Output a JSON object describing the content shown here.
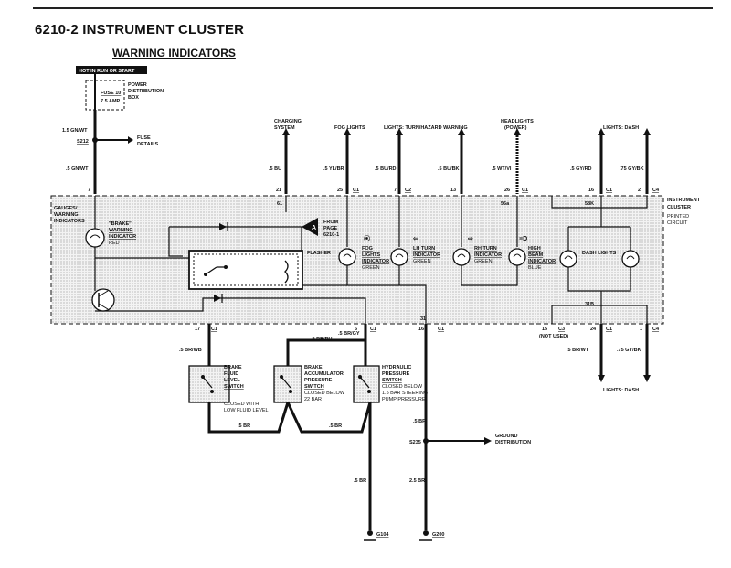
{
  "header": {
    "title": "6210-2   INSTRUMENT CLUSTER",
    "subtitle": "WARNING INDICATORS"
  },
  "power": {
    "hot_label": "HOT IN RUN OR START",
    "fuse_name": "FUSE 10",
    "fuse_rating": "7.5 AMP",
    "pdb_label": [
      "POWER",
      "DISTRIBUTION",
      "BOX"
    ]
  },
  "wires": {
    "w_15gnwt": "1.5 GN/WT",
    "s212": "S212",
    "fuse_details": [
      "FUSE",
      "DETAILS"
    ],
    "w_5gnwt": ".5 GN/WT",
    "w_5bu": ".5 BU",
    "w_5ylbr": ".5 YL/BR",
    "w_5burd": ".5 BU/RD",
    "w_5bubk": ".5 BU/BK",
    "w_5wtvi": ".5 WT/VI",
    "w_5gyrd": ".5 GY/RD",
    "w_75gybk": ".75 GY/BK",
    "w_5brwt": ".5 BR/WT",
    "w_75gybk2": ".75 GY/BK",
    "w_5brwb": ".5 BR/WB",
    "w_5brbu": ".5 BR/BU",
    "w_5brgy": ".5 BR/GY",
    "w_5br1": ".5 BR",
    "w_5br2": ".5 BR",
    "w_5br3": ".5 BR",
    "w_5br4": ".5 BR",
    "w_25br": "2.5 BR"
  },
  "top_connections": [
    {
      "label": [
        "CHARGING",
        "SYSTEM"
      ]
    },
    {
      "label": [
        "FOG LIGHTS"
      ]
    },
    {
      "label": [
        "LIGHTS: TURN/HAZARD WARNING"
      ]
    },
    {
      "label": [
        "HEADLIGHTS",
        "(POWER)"
      ]
    },
    {
      "label": [
        "LIGHTS: DASH"
      ]
    }
  ],
  "pins": {
    "p7": "7",
    "p21": "21",
    "p25": "25",
    "c1a": "C1",
    "p7b": "7",
    "c2": "C2",
    "p13": "13",
    "p26": "26",
    "c1b": "C1",
    "p16": "16",
    "c1c": "C1",
    "p2": "2",
    "c4a": "C4",
    "p17": "17",
    "c1d": "C1",
    "p6": "6",
    "c1e": "C1",
    "p31": "31",
    "p16b": "16",
    "c1f": "C1",
    "p15": "15",
    "c3": "C3",
    "p24": "24",
    "c1g": "C1",
    "p1": "1",
    "c4b": "C4",
    "n61": "61",
    "n56a": "56a",
    "n58k": "58K",
    "n31b": "31B",
    "not_used": "(NOT USED)"
  },
  "cluster": {
    "label": [
      "INSTRUMENT",
      "CLUSTER"
    ],
    "pc_label": [
      "PRINTED",
      "CIRCUIT"
    ],
    "gauges": [
      "GAUGES/",
      "WARNING",
      "INDICATORS"
    ],
    "brake_ind": [
      "\"BRAKE\"",
      "WARNING",
      "INDICATOR",
      "RED"
    ],
    "from_page": [
      "FROM",
      "PAGE",
      "6210-1"
    ],
    "from_letter": "A",
    "flasher": "FLASHER",
    "fog_ind": [
      "FOG",
      "LIGHTS",
      "INDICATOR",
      "GREEN"
    ],
    "lh_ind": [
      "LH TURN",
      "INDICATOR",
      "GREEN"
    ],
    "rh_ind": [
      "RH TURN",
      "INDICATOR",
      "GREEN"
    ],
    "hb_ind": [
      "HIGH",
      "BEAM",
      "INDICATOR",
      "BLUE"
    ],
    "dash": "DASH LIGHTS"
  },
  "switches": {
    "fluid": [
      "BRAKE",
      "FLUID",
      "LEVEL",
      "SWITCH",
      "CLOSED WITH",
      "LOW FLUID LEVEL"
    ],
    "accum": [
      "BRAKE",
      "ACCUMULATOR",
      "PRESSURE",
      "SWITCH",
      "CLOSED BELOW",
      "22 BAR"
    ],
    "hydr": [
      "HYDRAULIC",
      "PRESSURE",
      "SWITCH",
      "CLOSED BELOW",
      "1.5 BAR STEERING",
      "PUMP PRESSURE"
    ]
  },
  "ground": {
    "s235": "S235",
    "dist": [
      "GROUND",
      "DISTRIBUTION"
    ],
    "g104": "G104",
    "g200": "G200",
    "dash_bottom": "LIGHTS: DASH"
  }
}
